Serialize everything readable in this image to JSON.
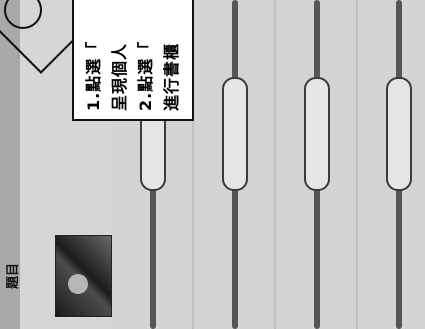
{
  "header": {
    "title": "題目"
  },
  "callout": {
    "lines": [
      "1.點選「",
      "呈現個人",
      "2.點選「",
      "進行書櫃"
    ]
  }
}
